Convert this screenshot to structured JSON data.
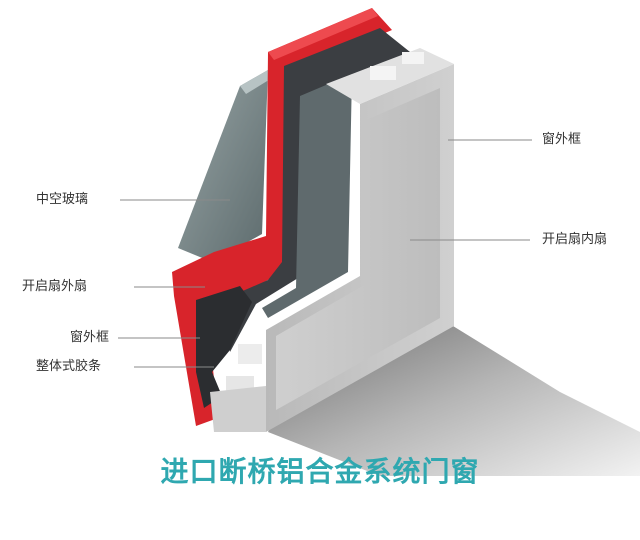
{
  "labels": {
    "left_insulated_glass": "中空玻璃",
    "left_outward_sash": "开启扇外扇",
    "left_outer_frame": "窗外框",
    "left_gasket": "整体式胶条",
    "right_outer_frame": "窗外框",
    "right_inward_sash": "开启扇内扇"
  },
  "title": "进口断桥铝合金系统门窗",
  "colors": {
    "title": "#2fa8b0",
    "thermal_break": "#d8242b",
    "frame_grey": "#c9c9c9",
    "dark_profile": "#3b3e42",
    "glass": "#7f8c8e"
  }
}
